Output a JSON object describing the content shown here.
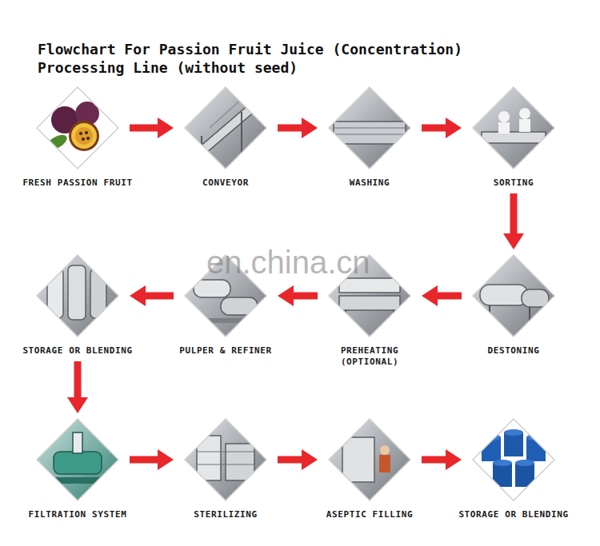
{
  "diagram": {
    "title": "Flowchart For Passion Fruit Juice (Concentration) Processing Line (without seed)",
    "nodes": [
      {
        "text": [
          "FRESH PASSION FRUIT"
        ]
      },
      {
        "text": [
          "CONVEYOR"
        ]
      },
      {
        "text": [
          "WASHING"
        ]
      },
      {
        "text": [
          "SORTING"
        ]
      },
      {
        "text": [
          "DESTONING"
        ]
      },
      {
        "text": [
          "PREHEATING (OPTIONAL)"
        ]
      },
      {
        "text": [
          "PULPER & REFINER"
        ]
      },
      {
        "text": [
          "STORAGE OR BLENDING"
        ]
      },
      {
        "text": [
          "FILTRATION SYSTEM"
        ]
      },
      {
        "text": [
          "STERILIZING"
        ]
      },
      {
        "text": [
          "ASEPTIC FILLING"
        ]
      },
      {
        "text": [
          "STORAGE OR BLENDING"
        ]
      }
    ],
    "edges": [
      {
        "from": 0,
        "to": 1,
        "arrow": "to"
      },
      {
        "from": 1,
        "to": 2,
        "arrow": "to"
      },
      {
        "from": 2,
        "to": 3,
        "arrow": "to"
      },
      {
        "from": 3,
        "to": 4,
        "arrow": "to"
      },
      {
        "from": 4,
        "to": 5,
        "arrow": "to"
      },
      {
        "from": 5,
        "to": 6,
        "arrow": "to"
      },
      {
        "from": 6,
        "to": 7,
        "arrow": "to"
      },
      {
        "from": 7,
        "to": 8,
        "arrow": "to"
      },
      {
        "from": 8,
        "to": 9,
        "arrow": "to"
      },
      {
        "from": 9,
        "to": 10,
        "arrow": "to"
      },
      {
        "from": 10,
        "to": 11,
        "arrow": "to"
      }
    ],
    "labels": [
      "en.china.cn"
    ]
  }
}
